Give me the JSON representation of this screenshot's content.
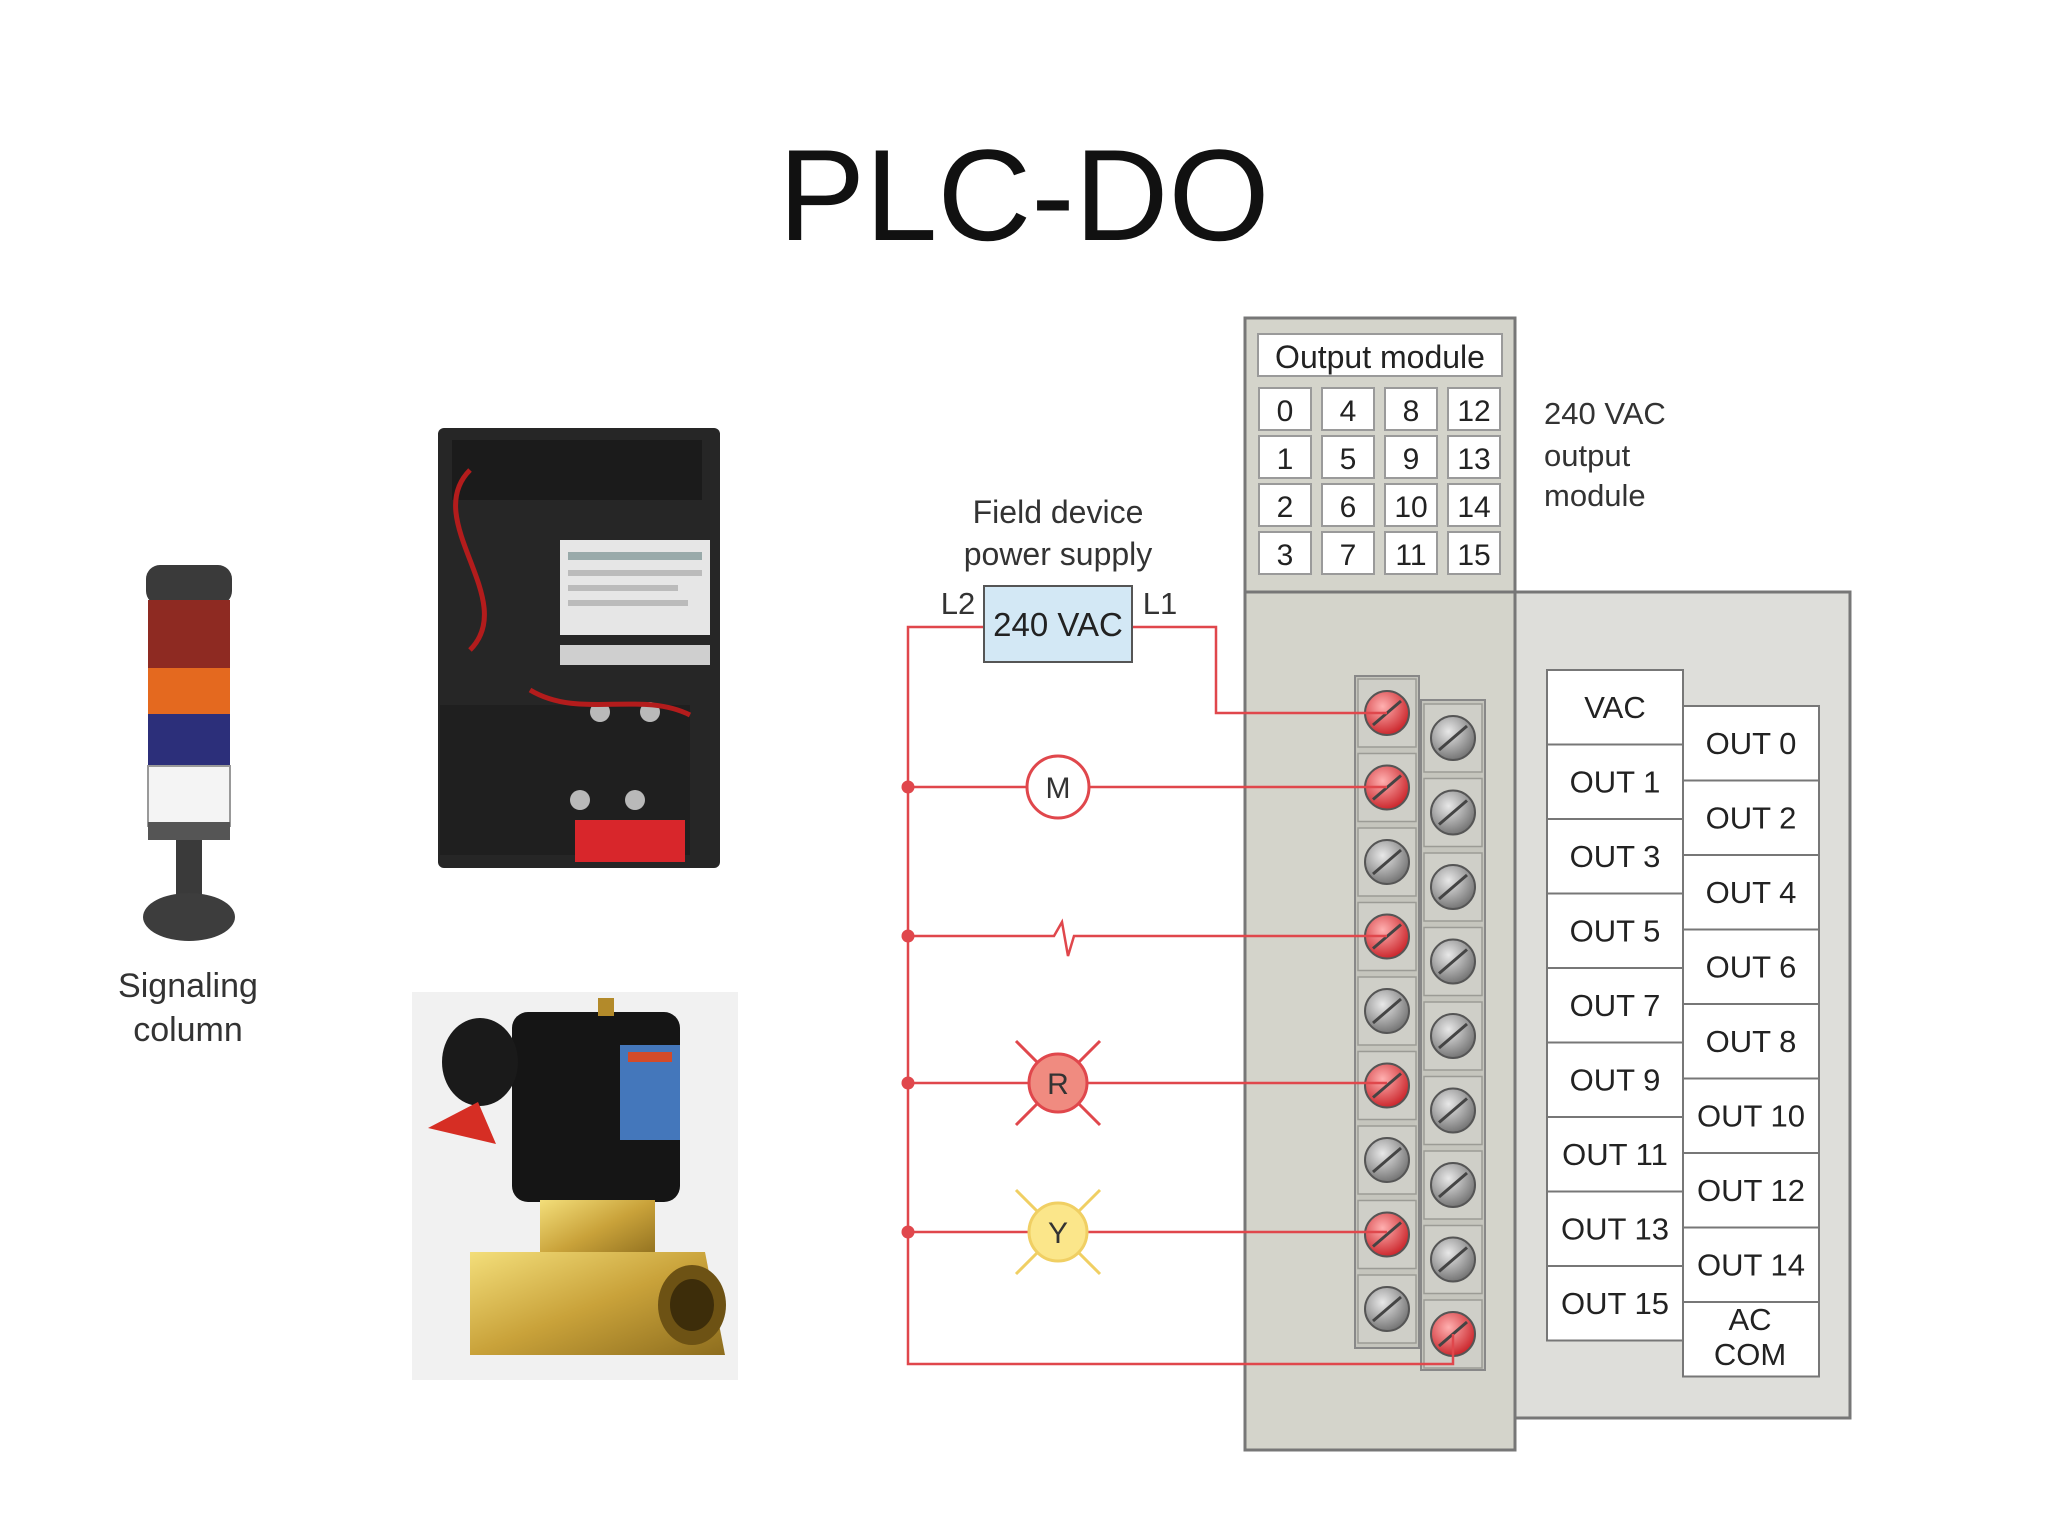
{
  "slide": {
    "title": "PLC-DO"
  },
  "signaling_column": {
    "caption_line1": "Signaling",
    "caption_line2": "column"
  },
  "module": {
    "header": "Output module",
    "indicator_numbers": [
      [
        "0",
        "4",
        "8",
        "12"
      ],
      [
        "1",
        "5",
        "9",
        "13"
      ],
      [
        "2",
        "6",
        "10",
        "14"
      ],
      [
        "3",
        "7",
        "11",
        "15"
      ]
    ],
    "description": [
      "240 VAC",
      "output",
      "module"
    ],
    "left_terminal_labels": [
      "VAC",
      "OUT 1",
      "OUT 3",
      "OUT 5",
      "OUT 7",
      "OUT 9",
      "OUT 11",
      "OUT 13",
      "OUT 15"
    ],
    "right_terminal_labels": [
      "OUT 0",
      "OUT 2",
      "OUT 4",
      "OUT 6",
      "OUT 8",
      "OUT 10",
      "OUT 12",
      "OUT 14"
    ],
    "ac_com_line1": "AC",
    "ac_com_line2": "COM"
  },
  "power_supply": {
    "caption_line1": "Field device",
    "caption_line2": "power supply",
    "voltage": "240 VAC",
    "left_label": "L2",
    "right_label": "L1"
  },
  "loads": {
    "motor": "M",
    "red_lamp": "R",
    "yellow_lamp": "Y"
  },
  "colors": {
    "wire": "#e0474c",
    "module_body": "#d6d6cd",
    "power_box": "#d3e8f5",
    "red_lamp": "#f08b80",
    "yellow_lamp": "#fbe68a"
  }
}
